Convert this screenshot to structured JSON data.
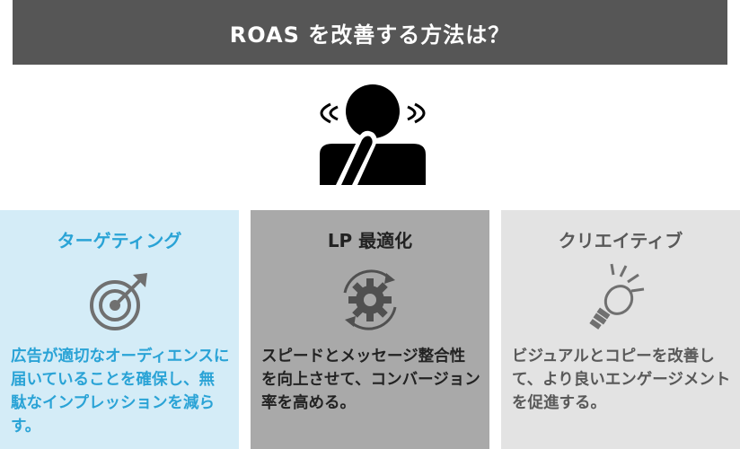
{
  "header": {
    "title": "ROAS を改善する方法は？"
  },
  "cards": [
    {
      "title": "ターゲティング",
      "icon": "target-arrow-icon",
      "text": "広告が適切なオーディエンスに届いていることを確保し、無駄なインプレッションを減らす。"
    },
    {
      "title": "LP 最適化",
      "icon": "gear-cycle-icon",
      "text": "スピードとメッセージ整合性を向上させて、コンバージョン率を高める。"
    },
    {
      "title": "クリエイティブ",
      "icon": "lightbulb-icon",
      "text": "ビジュアルとコピーを改善して、より良いエンゲージメントを促進する。"
    }
  ],
  "colors": {
    "header_bg": "#565656",
    "card1_bg": "#d4ecf7",
    "card1_accent": "#2aa3d6",
    "card2_bg": "#a9a9a9",
    "card3_bg": "#e3e3e3"
  }
}
